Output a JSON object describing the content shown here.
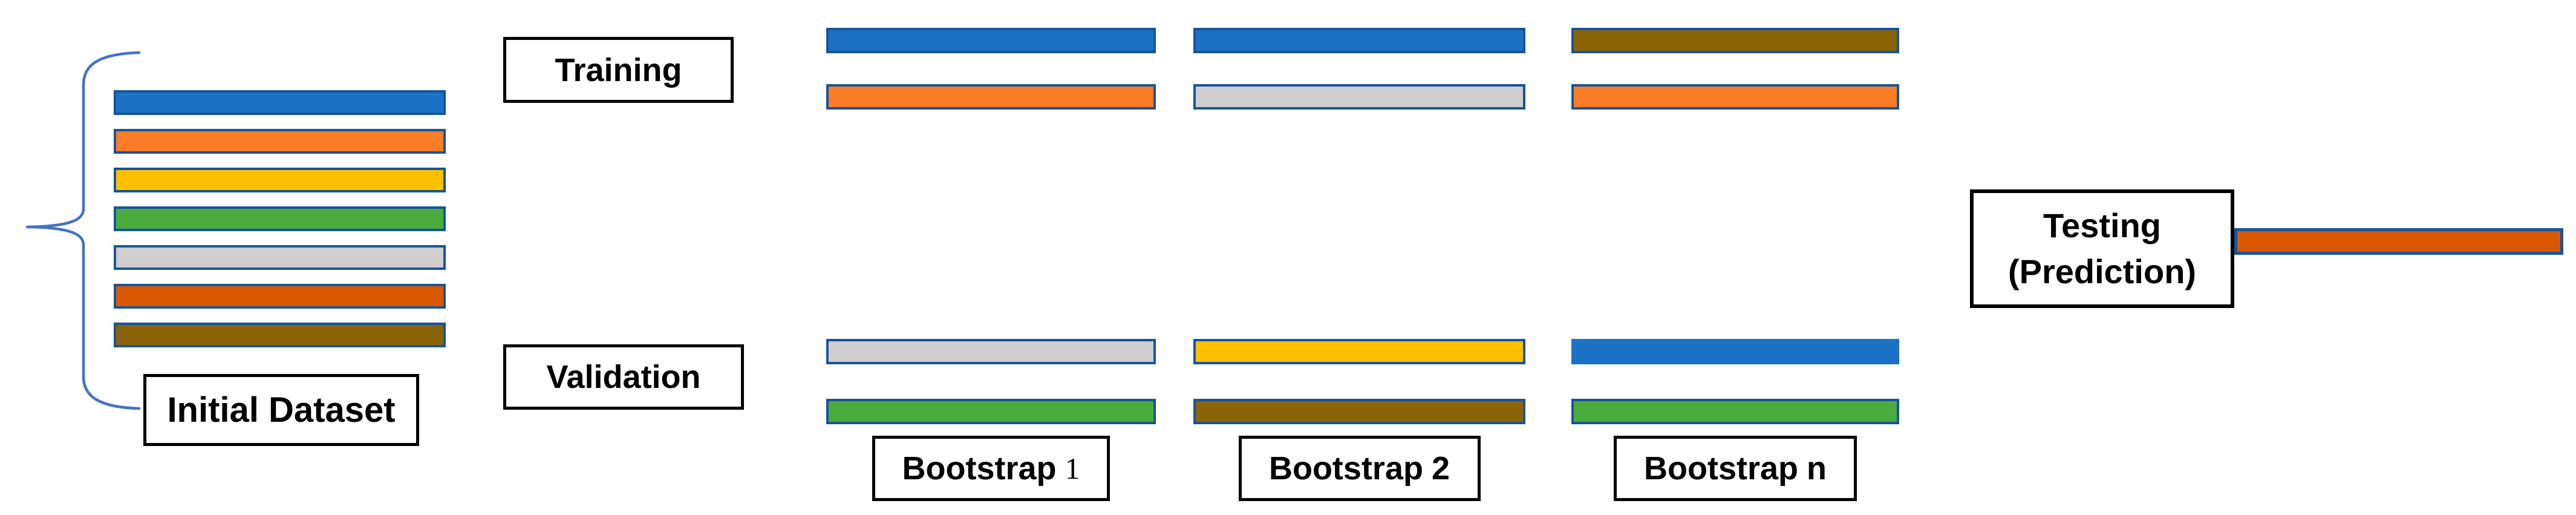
{
  "colors": {
    "blue": "#1B72C4",
    "orange": "#FB7D28",
    "yellow": "#FFC000",
    "green": "#49AC3C",
    "gray": "#CFCDCD",
    "dark_orange": "#DB5802",
    "brown": "#8B6407",
    "bar_border": "#17549A",
    "brace": "#4472C4",
    "box_border": "#000000"
  },
  "labels": {
    "initial_dataset": "Initial Dataset",
    "training": "Training",
    "validation": "Validation",
    "testing_line1": "Testing",
    "testing_line2": "(Prediction)"
  },
  "initial_dataset": {
    "bars": [
      "blue",
      "orange",
      "yellow",
      "green",
      "gray",
      "dark_orange",
      "brown"
    ]
  },
  "bootstraps": [
    {
      "label_word": "Bootstrap",
      "label_suffix": "1",
      "suffix_serif": true,
      "training": [
        {
          "color": "blue"
        },
        {
          "color": "orange"
        }
      ],
      "validation": [
        {
          "color": "gray"
        },
        {
          "color": "green"
        }
      ]
    },
    {
      "label_word": "Bootstrap",
      "label_suffix": "2",
      "suffix_serif": false,
      "training": [
        {
          "color": "blue"
        },
        {
          "color": "gray"
        }
      ],
      "validation": [
        {
          "color": "yellow"
        },
        {
          "color": "brown"
        }
      ]
    },
    {
      "label_word": "Bootstrap",
      "label_suffix": "n",
      "suffix_serif": false,
      "training": [
        {
          "color": "brown"
        },
        {
          "color": "orange"
        }
      ],
      "validation": [
        {
          "color": "blue",
          "borderless": true
        },
        {
          "color": "green"
        }
      ]
    }
  ],
  "testing": {
    "bar_color": "dark_orange"
  }
}
